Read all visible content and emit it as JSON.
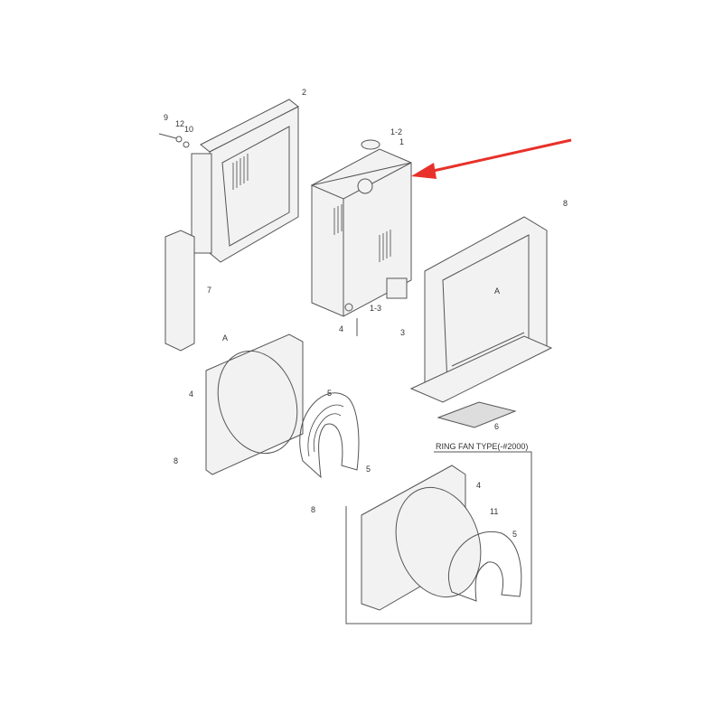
{
  "diagram": {
    "callouts": [
      "2",
      "9",
      "12",
      "10",
      "1-2",
      "1",
      "8",
      "7",
      "A",
      "1-3",
      "4",
      "3",
      "A",
      "4",
      "5",
      "6",
      "8",
      "5",
      "8",
      "4",
      "11",
      "5"
    ],
    "inset_title": "RING FAN TYPE(-#2000)",
    "arrow_color": "#e8312a",
    "line_color": "#555555"
  }
}
